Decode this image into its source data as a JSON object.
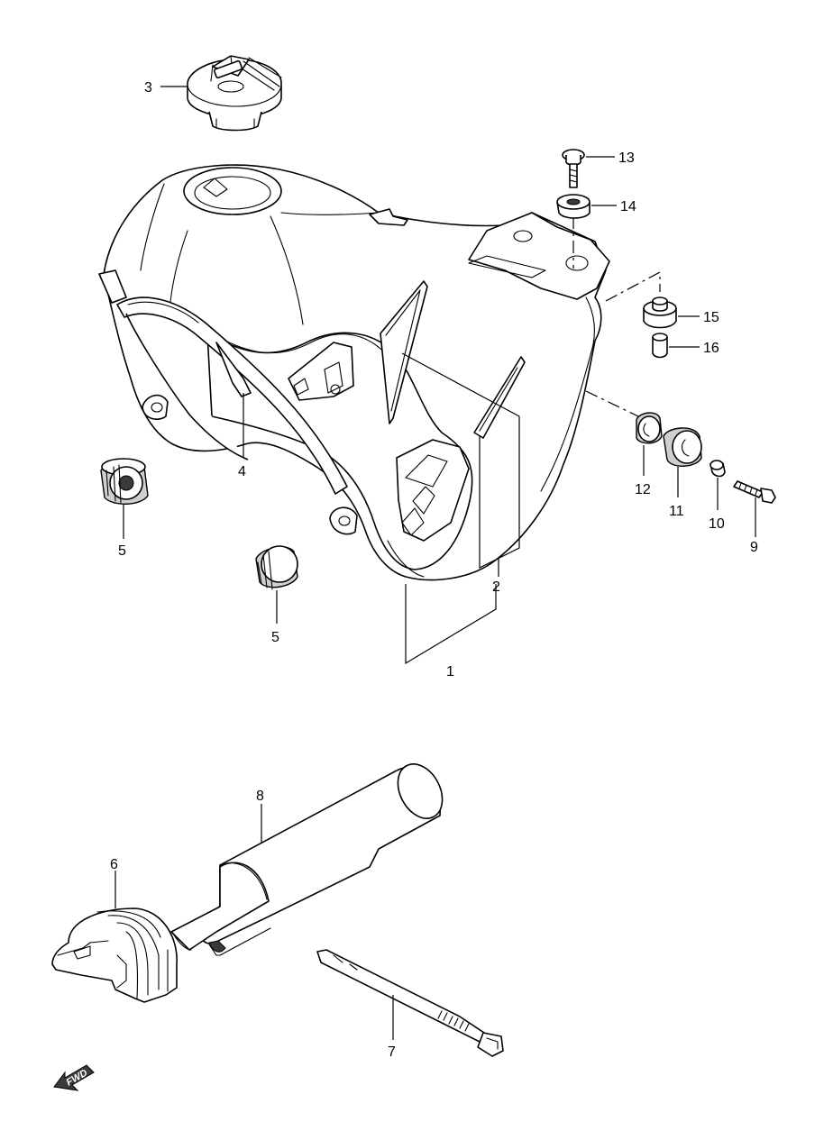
{
  "callouts": {
    "c1": "1",
    "c2": "2",
    "c3": "3",
    "c4": "4",
    "c5a": "5",
    "c5b": "5",
    "c6": "6",
    "c7": "7",
    "c8": "8",
    "c9": "9",
    "c10": "10",
    "c11": "11",
    "c12": "12",
    "c13": "13",
    "c14": "14",
    "c15": "15",
    "c16": "16"
  },
  "fwd_badge": {
    "label": "FWD",
    "icon": "forward-arrow-icon"
  }
}
